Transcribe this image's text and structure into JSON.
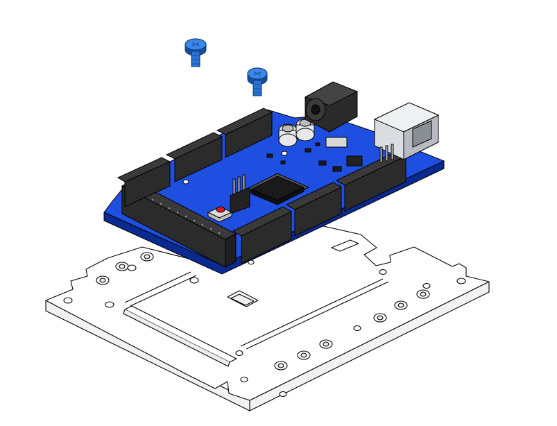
{
  "diagram": {
    "kind": "exploded-assembly",
    "parts": [
      "mounting-screw",
      "mounting-screw",
      "microcontroller-board",
      "base-plate"
    ],
    "colors": {
      "background": "#ffffff",
      "board": "#1f4fe0",
      "board_dark": "#143bb0",
      "board_edge": "#0b2a90",
      "screw": "#2a73d6",
      "screw_dark": "#174f9f",
      "header": "#2b2b2b",
      "header_top": "#3a3a3a",
      "chip": "#1a1a1a",
      "usb_metal": "#d9dce0",
      "plate": "#ffffff",
      "outline": "#000000",
      "button": "#e01818",
      "capacitor": "#e8e8ea"
    }
  }
}
